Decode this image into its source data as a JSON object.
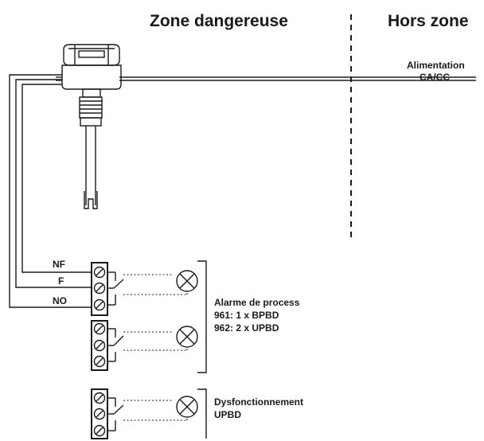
{
  "header": {
    "zone_dangerous": "Zone dangereuse",
    "zone_safe": "Hors zone"
  },
  "power": {
    "line1": "Alimentation",
    "line2": "CA/CC"
  },
  "terminals": {
    "nf": "NF",
    "f": "F",
    "no": "NO"
  },
  "process_alarm": {
    "line1": "Alarme de process",
    "line2": "961: 1 x BPBD",
    "line3": "962: 2 x UPBD"
  },
  "fault": {
    "line1": "Dysfonctionnement",
    "line2": "UPBD"
  }
}
